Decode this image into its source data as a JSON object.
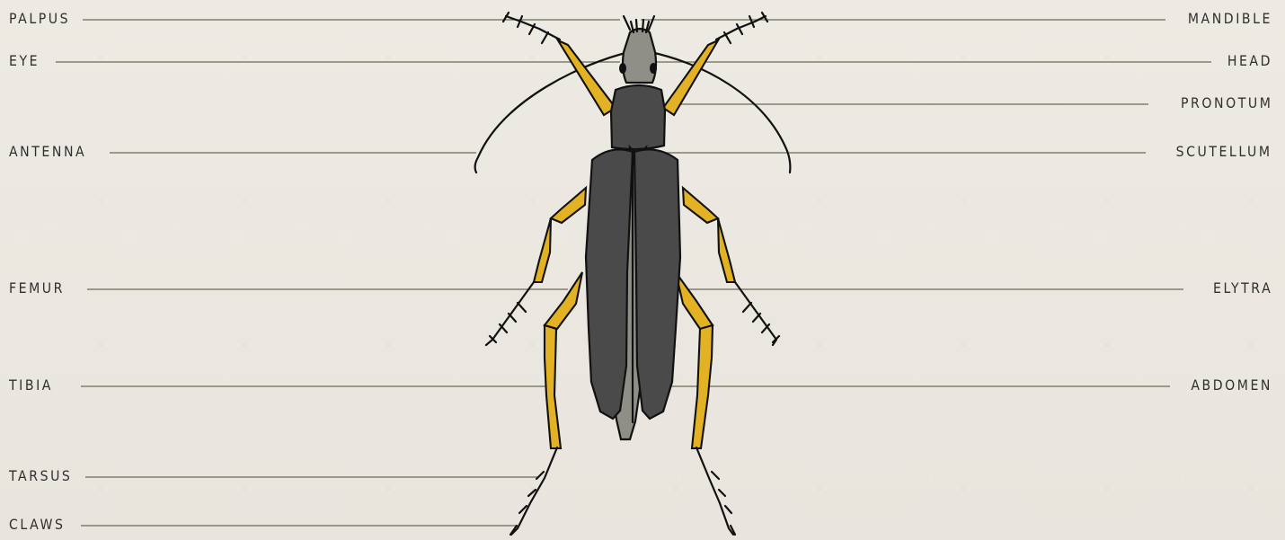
{
  "labels": {
    "left": [
      "PALPUS",
      "EYE",
      "ANTENNA",
      "FEMUR",
      "TIBIA",
      "TARSUS",
      "CLAWS"
    ],
    "right": [
      "MANDIBLE",
      "HEAD",
      "PRONOTUM",
      "SCUTELLUM",
      "ELYTRA",
      "ABDOMEN"
    ]
  },
  "colors": {
    "background": "#ebe8e1",
    "line": "#6a6a55",
    "body": "#4a4a4a",
    "head": "#8f8f87",
    "leg_yellow": "#e2b224",
    "outline": "#111111"
  }
}
